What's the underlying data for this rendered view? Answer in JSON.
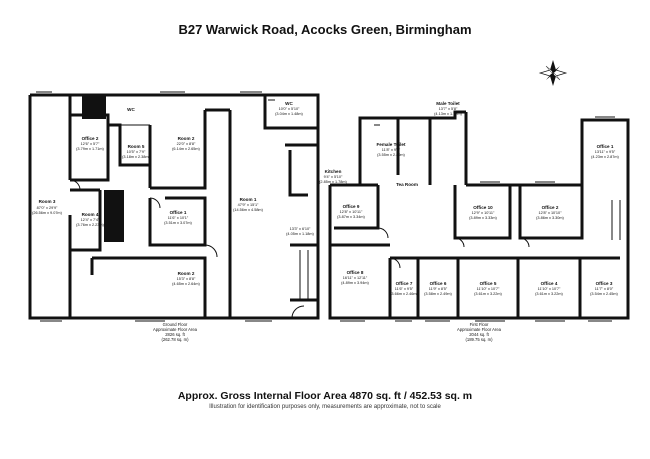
{
  "title": "B27 Warwick Road, Acocks Green, Birmingham",
  "footer": {
    "gross_area": "Approx. Gross Internal Floor Area 4870 sq. ft / 452.53 sq. m",
    "disclaimer": "Illustration for identification purposes only, measurements are approximate, not to scale"
  },
  "ground_floor": {
    "caption_1": "Ground Floor",
    "caption_2": "Approximate Floor Area",
    "caption_3": "2826 sq. ft",
    "caption_4": "(262.78 sq. m)",
    "rooms": {
      "room3": {
        "name": "Room 3",
        "dim_imp": "87'0\" x 29'9\"",
        "dim_met": "(26.56m x 9.07m)"
      },
      "office2": {
        "name": "Office 2",
        "dim_imp": "12'6\" x 5'7\"",
        "dim_met": "(3.79m x 1.71m)"
      },
      "room5": {
        "name": "Room 5",
        "dim_imp": "10'5\" x 7'9\"",
        "dim_met": "(3.18m x 2.38m)"
      },
      "room2": {
        "name": "Room 2",
        "dim_imp": "22'0\" x 8'8\"",
        "dim_met": "(6.14m x 2.65m)"
      },
      "wc_ground": {
        "name": "WC",
        "dim_imp": "10'0\" x 5'10\"",
        "dim_met": "(3.04m x 1.48m)"
      },
      "wc_small": {
        "name": "WC"
      },
      "room4": {
        "name": "Room 4",
        "dim_imp": "12'4\" x 7'4\"",
        "dim_met": "(3.76m x 2.23m)"
      },
      "office1": {
        "name": "Office 1",
        "dim_imp": "11'6\" x 10'1\"",
        "dim_met": "(3.51m x 3.07m)"
      },
      "room1": {
        "name": "Room 1",
        "dim_imp": "47'9\" x 15'1\"",
        "dim_met": "(14.56m x 4.58m)"
      },
      "kitchen": {
        "name": "Kitchen",
        "dim_imp": "9'4\" x 5'10\"",
        "dim_met": "(2.85m x 1.78m)"
      },
      "hall_dim": {
        "dim_imp": "13'3\" x 6'10\"",
        "dim_met": "(4.05m x 1.18m)"
      },
      "room2b": {
        "name": "Room 2",
        "dim_imp": "15'3\" x 8'8\"",
        "dim_met": "(4.65m x 2.64m)"
      }
    }
  },
  "first_floor": {
    "caption_1": "First Floor",
    "caption_2": "Approximate Floor Area",
    "caption_3": "2044 sq. ft",
    "caption_4": "(189.75 sq. m)",
    "rooms": {
      "male_toilet": {
        "name": "Male Toilet",
        "dim_imp": "13'7\" x 5'8\"",
        "dim_met": "(4.13m x 1.72m)"
      },
      "female_toilet": {
        "name": "Female Toilet",
        "dim_imp": "11'8\" x 9'2\"",
        "dim_met": "(3.55m x 2.80m)"
      },
      "tea_room": {
        "name": "Tea Room"
      },
      "office1": {
        "name": "Office 1",
        "dim_imp": "13'11\" x 9'5\"",
        "dim_met": "(4.23m x 2.87m)"
      },
      "office9": {
        "name": "Office 9",
        "dim_imp": "12'8\" x 10'11\"",
        "dim_met": "(3.87m x 3.34m)"
      },
      "office10": {
        "name": "Office 10",
        "dim_imp": "12'9\" x 10'11\"",
        "dim_met": "(3.89m x 3.33m)"
      },
      "office2": {
        "name": "Office 2",
        "dim_imp": "12'8\" x 10'10\"",
        "dim_met": "(3.86m x 3.30m)"
      },
      "office8": {
        "name": "Office 8",
        "dim_imp": "16'11\" x 12'11\"",
        "dim_met": "(4.89m x 3.94m)"
      },
      "office7": {
        "name": "Office 7",
        "dim_imp": "11'6\" x 9'5\"",
        "dim_met": "(3.66m x 2.46m)"
      },
      "office6": {
        "name": "Office 6",
        "dim_imp": "11'9\" x 8'5\"",
        "dim_met": "(3.58m x 2.49m)"
      },
      "office5": {
        "name": "Office 5",
        "dim_imp": "11'10\" x 10'7\"",
        "dim_met": "(3.61m x 3.22m)"
      },
      "office4": {
        "name": "Office 4",
        "dim_imp": "11'10\" x 10'7\"",
        "dim_met": "(3.61m x 3.22m)"
      },
      "office3": {
        "name": "Office 3",
        "dim_imp": "11'7\" x 8'0\"",
        "dim_met": "(3.54m x 2.45m)"
      }
    }
  }
}
